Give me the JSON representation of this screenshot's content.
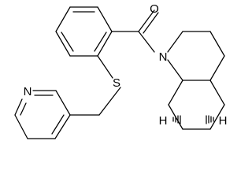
{
  "atoms": {
    "oxygen": "O",
    "sulfur": "S",
    "amine_nitrogen": "N",
    "pyridine_nitrogen": "N",
    "stereo_h_left": "H",
    "stereo_h_right": "H"
  },
  "colors": {
    "bonds": "#000000",
    "labels": "#000000",
    "background": "#ffffff"
  }
}
